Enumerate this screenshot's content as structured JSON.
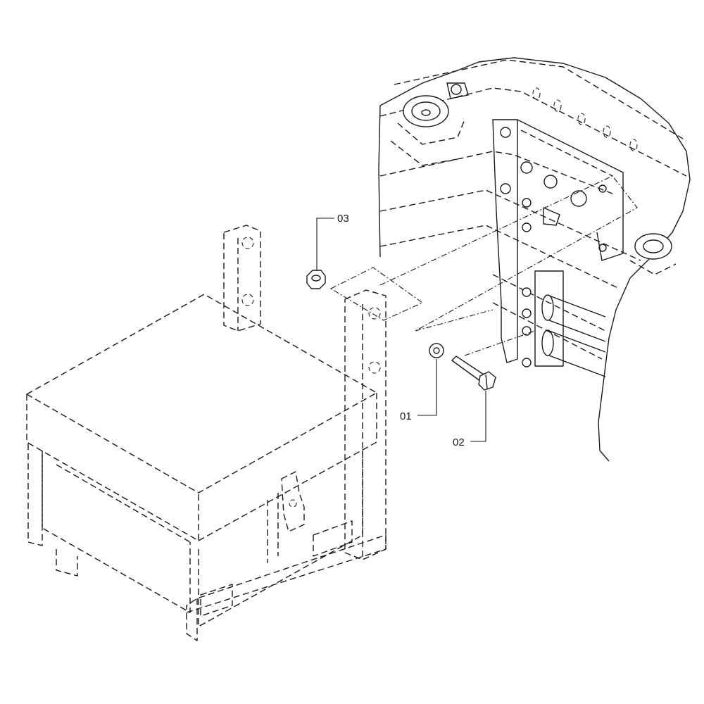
{
  "diagram": {
    "callouts": [
      {
        "id": "c01",
        "label": "01"
      },
      {
        "id": "c02",
        "label": "02"
      },
      {
        "id": "c03",
        "label": "03"
      }
    ]
  }
}
